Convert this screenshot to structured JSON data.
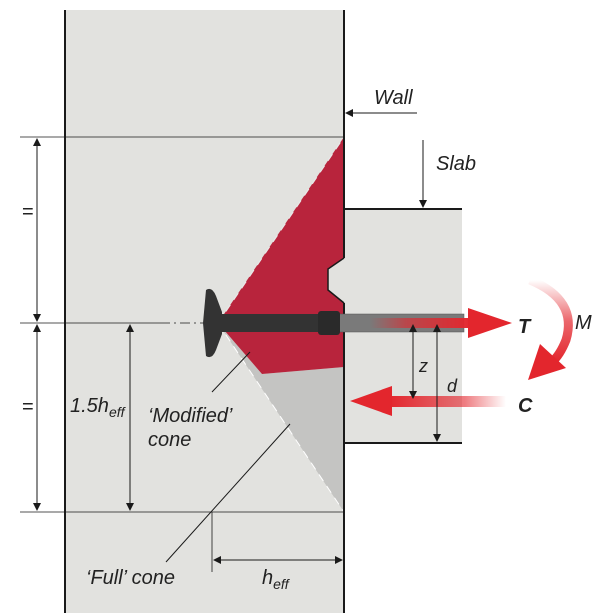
{
  "labels": {
    "wall": "Wall",
    "slab": "Slab",
    "tension": "T",
    "moment": "M",
    "compression": "C",
    "z": "z",
    "d": "d",
    "equal_top": "=",
    "equal_bottom": "=",
    "embed_prefix": "1.5h",
    "embed_sub": "eff",
    "modified_line1": "‘Modified’",
    "modified_line2": "cone",
    "full_cone": "‘Full’ cone",
    "heff_main": "h",
    "heff_sub": "eff"
  },
  "colors": {
    "concrete": "#e2e2df",
    "modified_cone": "#b8243c",
    "full_cone": "#c4c4c2",
    "arrow_red": "#e3262d",
    "anchor": "#333333",
    "bar": "#7a7a7a",
    "line": "#1a1a1a"
  }
}
